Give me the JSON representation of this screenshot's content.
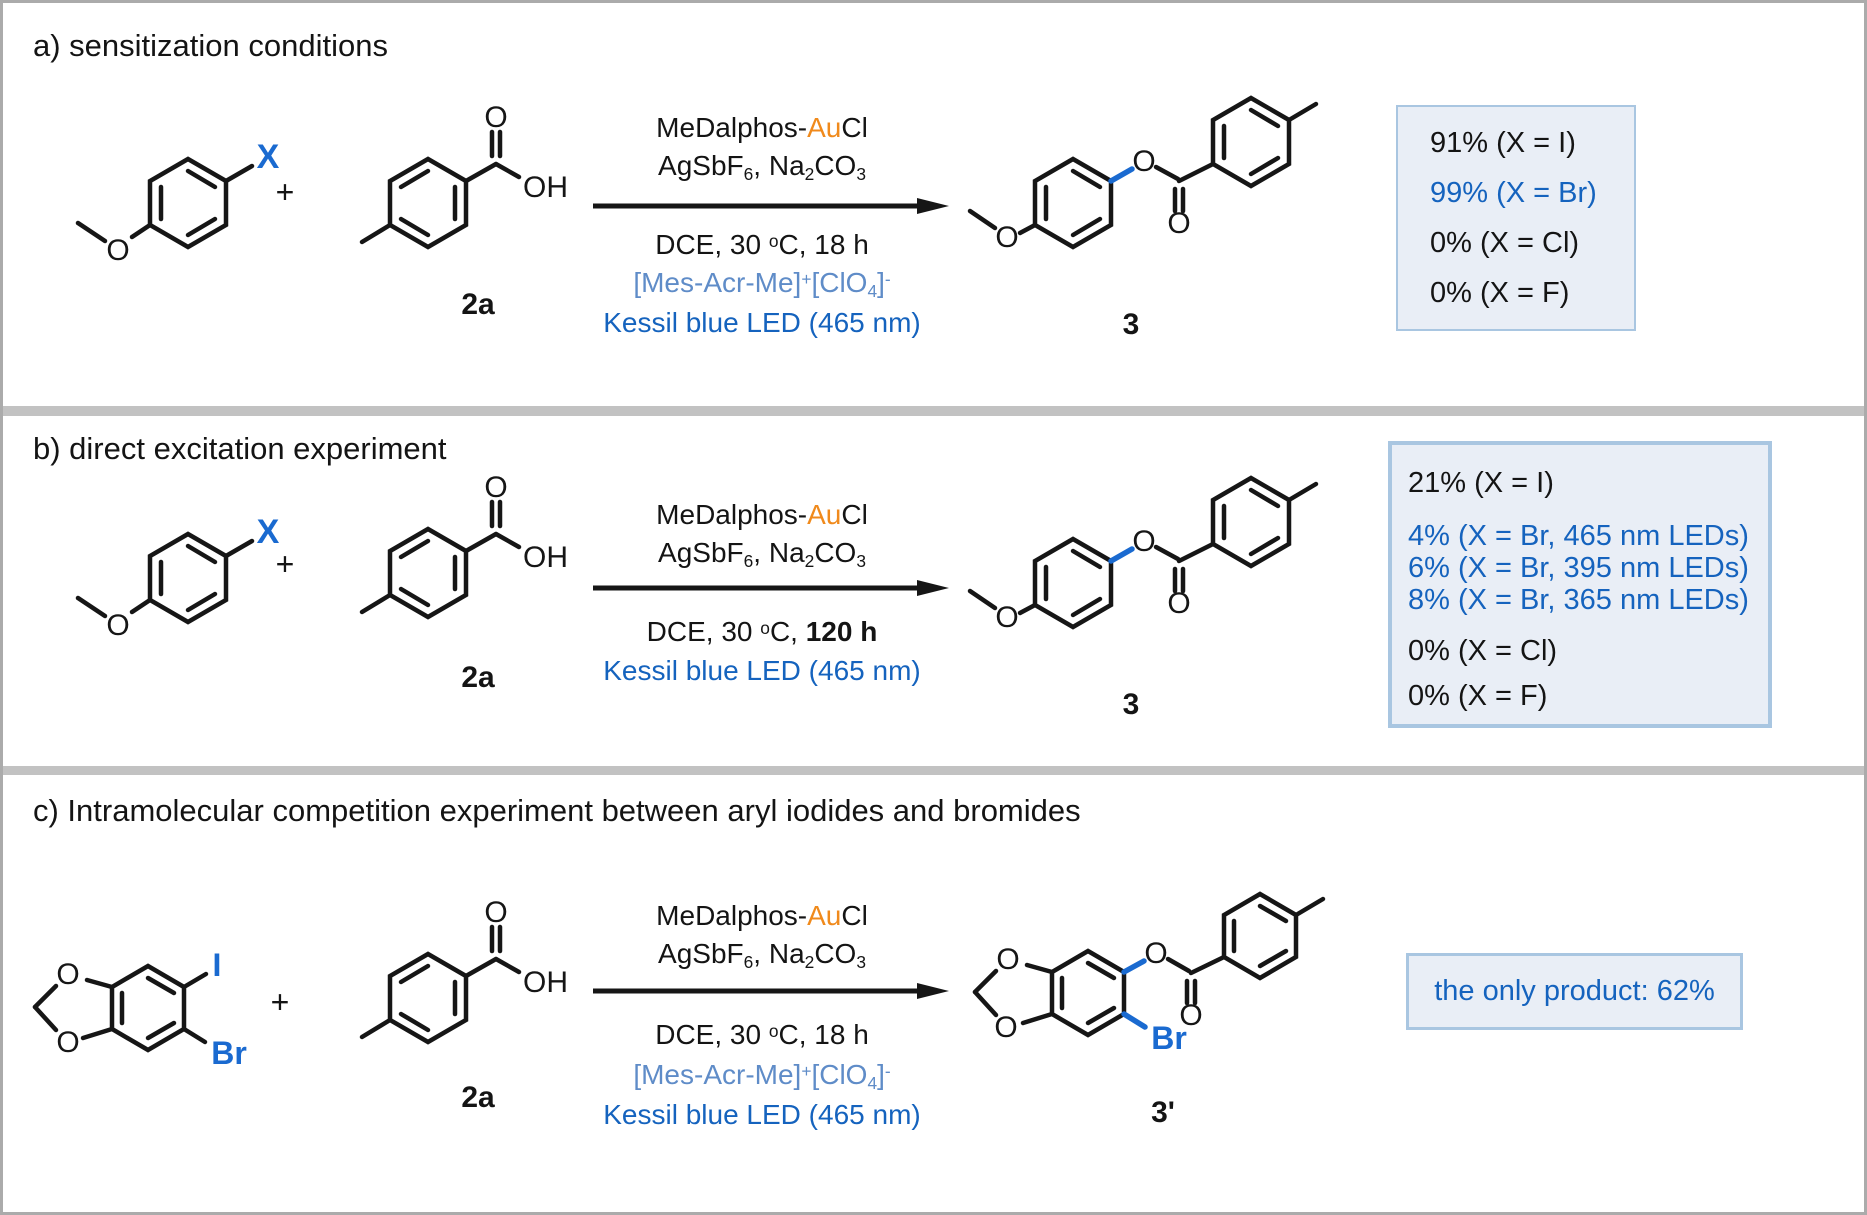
{
  "colors": {
    "gold_au": "#f08a1c",
    "blue_text": "#1563be",
    "blue_bond_and_halogen": "#1a6ad0",
    "photocatalyst_blue": "#5f8cc8",
    "yield_box_background": "#e9eef6",
    "yield_box_border": "#a9c6e1",
    "figure_border_gray": "#ababab",
    "panel_divider_gray": "#c2c2c2"
  },
  "atoms": {
    "o": "O",
    "oh": "OH",
    "x": "X",
    "i": "I",
    "br": "Br"
  },
  "panels": {
    "a": {
      "title": "a) sensitization conditions",
      "plus": "+",
      "reactant_label": "2a",
      "product_label": "3",
      "conditions": {
        "catalyst": [
          {
            "t": "MeDalphos-"
          },
          {
            "t": "Au",
            "s": "au"
          },
          {
            "t": "Cl"
          }
        ],
        "additives": [
          {
            "t": "AgSbF"
          },
          {
            "t": "6",
            "s": "sub"
          },
          {
            "t": ", Na"
          },
          {
            "t": "2",
            "s": "sub"
          },
          {
            "t": "CO"
          },
          {
            "t": "3",
            "s": "sub"
          }
        ],
        "solvent": [
          {
            "t": "DCE, 30 "
          },
          {
            "t": "o",
            "s": "sup"
          },
          {
            "t": "C, 18 h"
          }
        ],
        "photocatalyst": [
          {
            "t": "[Mes-Acr-Me]"
          },
          {
            "t": "+",
            "s": "sup"
          },
          {
            "t": "[ClO"
          },
          {
            "t": "4",
            "s": "sub"
          },
          {
            "t": "]"
          },
          {
            "t": "-",
            "s": "sup"
          }
        ],
        "light": "Kessil blue LED (465 nm)"
      },
      "yields": [
        {
          "text": "91% (X = I)",
          "cls": "yline"
        },
        {
          "text": "99% (X = Br)",
          "cls": "yline blue"
        },
        {
          "text": "0% (X = Cl)",
          "cls": "yline"
        },
        {
          "text": "0% (X = F)",
          "cls": "yline"
        }
      ]
    },
    "b": {
      "title": "b) direct excitation experiment",
      "plus": "+",
      "reactant_label": "2a",
      "product_label": "3",
      "conditions": {
        "catalyst": [
          {
            "t": "MeDalphos-"
          },
          {
            "t": "Au",
            "s": "au"
          },
          {
            "t": "Cl"
          }
        ],
        "additives": [
          {
            "t": "AgSbF"
          },
          {
            "t": "6",
            "s": "sub"
          },
          {
            "t": ", Na"
          },
          {
            "t": "2",
            "s": "sub"
          },
          {
            "t": "CO"
          },
          {
            "t": "3",
            "s": "sub"
          }
        ],
        "solvent": [
          {
            "t": "DCE, 30 "
          },
          {
            "t": "o",
            "s": "sup"
          },
          {
            "t": "C, "
          },
          {
            "t": "120 h",
            "s": "bold"
          }
        ],
        "light": "Kessil blue LED (465 nm)"
      },
      "yields": [
        {
          "text": "21% (X = I)",
          "cls": "yline"
        },
        {
          "text": "4% (X = Br, 465 nm LEDs)",
          "cls": "yline blue"
        },
        {
          "text": "6% (X = Br, 395 nm LEDs)",
          "cls": "yline blue"
        },
        {
          "text": "8% (X = Br, 365 nm LEDs)",
          "cls": "yline blue"
        },
        {
          "text": "0% (X = Cl)",
          "cls": "yline"
        },
        {
          "text": "0% (X = F)",
          "cls": "yline"
        }
      ]
    },
    "c": {
      "title": "c) Intramolecular competition experiment between aryl iodides and bromides",
      "plus": "+",
      "reactant_label": "2a",
      "product_label": "3'",
      "conditions": {
        "catalyst": [
          {
            "t": "MeDalphos-"
          },
          {
            "t": "Au",
            "s": "au"
          },
          {
            "t": "Cl"
          }
        ],
        "additives": [
          {
            "t": "AgSbF"
          },
          {
            "t": "6",
            "s": "sub"
          },
          {
            "t": ", Na"
          },
          {
            "t": "2",
            "s": "sub"
          },
          {
            "t": "CO"
          },
          {
            "t": "3",
            "s": "sub"
          }
        ],
        "solvent": [
          {
            "t": "DCE, 30 "
          },
          {
            "t": "o",
            "s": "sup"
          },
          {
            "t": "C, 18 h"
          }
        ],
        "photocatalyst": [
          {
            "t": "[Mes-Acr-Me]"
          },
          {
            "t": "+",
            "s": "sup"
          },
          {
            "t": "[ClO"
          },
          {
            "t": "4",
            "s": "sub"
          },
          {
            "t": "]"
          },
          {
            "t": "-",
            "s": "sup"
          }
        ],
        "light": "Kessil blue LED (465 nm)"
      },
      "yield_text": "the only product: 62%"
    }
  }
}
